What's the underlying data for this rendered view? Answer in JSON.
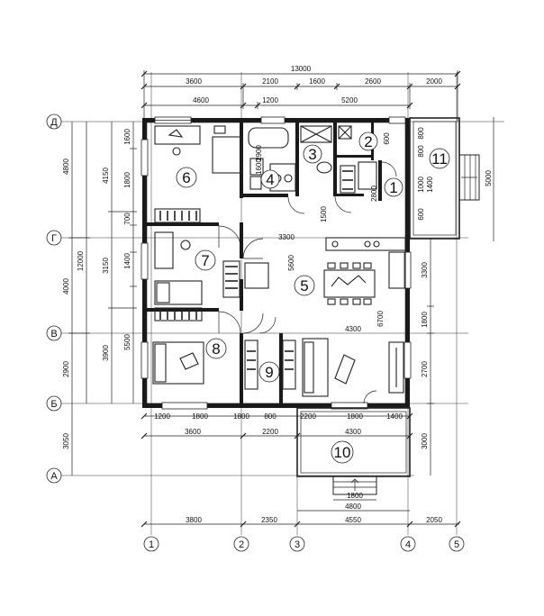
{
  "dims": {
    "top": {
      "overall": "13000",
      "row1": [
        "3600",
        "2100",
        "1600",
        "2600",
        "2000"
      ],
      "row2": [
        "4600",
        "1200",
        "5200"
      ]
    },
    "inner": [
      "1600",
      "2900",
      "2800",
      "1500",
      "3300",
      "5600",
      "3300",
      "4300",
      "6700",
      "1800",
      "2700",
      "800",
      "800",
      "1000",
      "1400",
      "600"
    ],
    "left": {
      "outer": [
        "4800",
        "4000",
        "2900",
        "3050"
      ],
      "total": "12000",
      "mid": [
        "4150",
        "3150",
        "3900"
      ],
      "mid2": "5500",
      "inner": [
        "1600",
        "1800",
        "700",
        "1400"
      ]
    },
    "right": [
      "5000",
      "3300",
      "1800",
      "2700",
      "3000"
    ],
    "bottom": {
      "row1": [
        "1200",
        "1800",
        "1800",
        "800",
        "2200",
        "1800",
        "1400"
      ],
      "row2": [
        "3600",
        "2200",
        "4300"
      ],
      "terrace": [
        "1800",
        "4800"
      ],
      "axes": [
        "3800",
        "2350",
        "4550",
        "2050"
      ]
    }
  },
  "rooms": [
    "1",
    "2",
    "3",
    "4",
    "5",
    "6",
    "7",
    "8",
    "9",
    "10",
    "11"
  ],
  "axes": {
    "rows": [
      "Д",
      "Г",
      "В",
      "Б",
      "А"
    ],
    "cols": [
      "1",
      "2",
      "3",
      "4",
      "5"
    ]
  }
}
